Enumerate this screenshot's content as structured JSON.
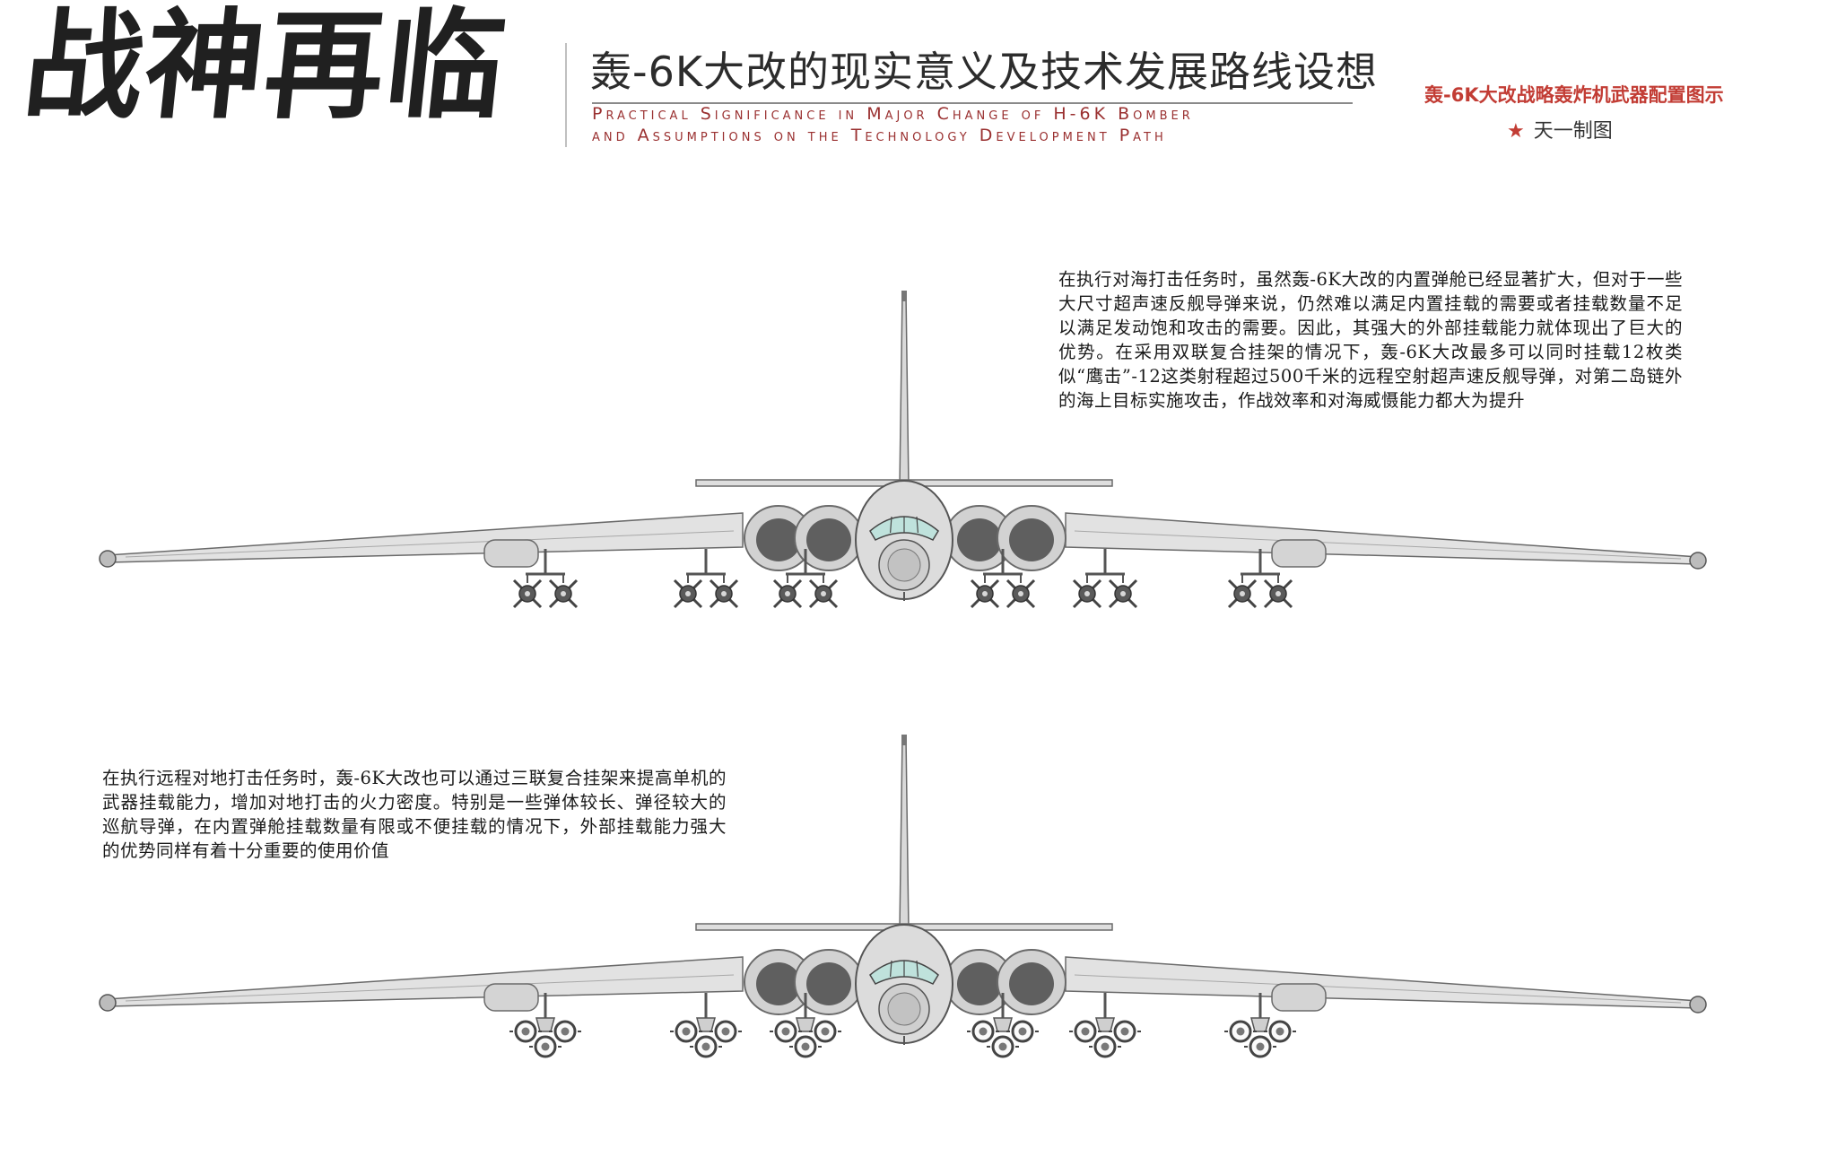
{
  "header": {
    "brush_title": "战神再临",
    "main_title": "轰-6K大改的现实意义及技术发展路线设想",
    "en_line_1": "Practical Significance in Major Change of H-6K Bomber",
    "en_line_2": "and Assumptions on the Technology Development Path",
    "figure_caption": "轰-6K大改战略轰炸机武器配置图示",
    "credit": "天一制图"
  },
  "paragraphs": {
    "anti_ship": "在执行对海打击任务时，虽然轰-6K大改的内置弹舱已经显著扩大，但对于一些大尺寸超声速反舰导弹来说，仍然难以满足内置挂载的需要或者挂载数量不足以满足发动饱和攻击的需要。因此，其强大的外部挂载能力就体现出了巨大的优势。在采用双联复合挂架的情况下，轰-6K大改最多可以同时挂载12枚类似“鹰击”-12这类射程超过500千米的远程空射超声速反舰导弹，对第二岛链外的海上目标实施攻击，作战效率和对海威慑能力都大为提升",
    "land_attack": "在执行远程对地打击任务时，轰-6K大改也可以通过三联复合挂架来提高单机的武器挂载能力，增加对地打击的火力密度。特别是一些弹体较长、弹径较大的巡航导弹，在内置弹舱挂载数量有限或不便挂载的情况下，外部挂载能力强大的优势同样有着十分重要的使用价值"
  },
  "colors": {
    "accent_red": "#c23c34",
    "aircraft_fill": "#e2e2e2",
    "intake_dark": "#5f5f5f",
    "cockpit_glass": "#bfe2dc"
  },
  "loadouts": [
    {
      "config": "twin-rack",
      "pylons": 6,
      "missiles_per_pylon": 2
    },
    {
      "config": "triple-rack",
      "pylons": 6,
      "missiles_per_pylon": 3
    }
  ]
}
